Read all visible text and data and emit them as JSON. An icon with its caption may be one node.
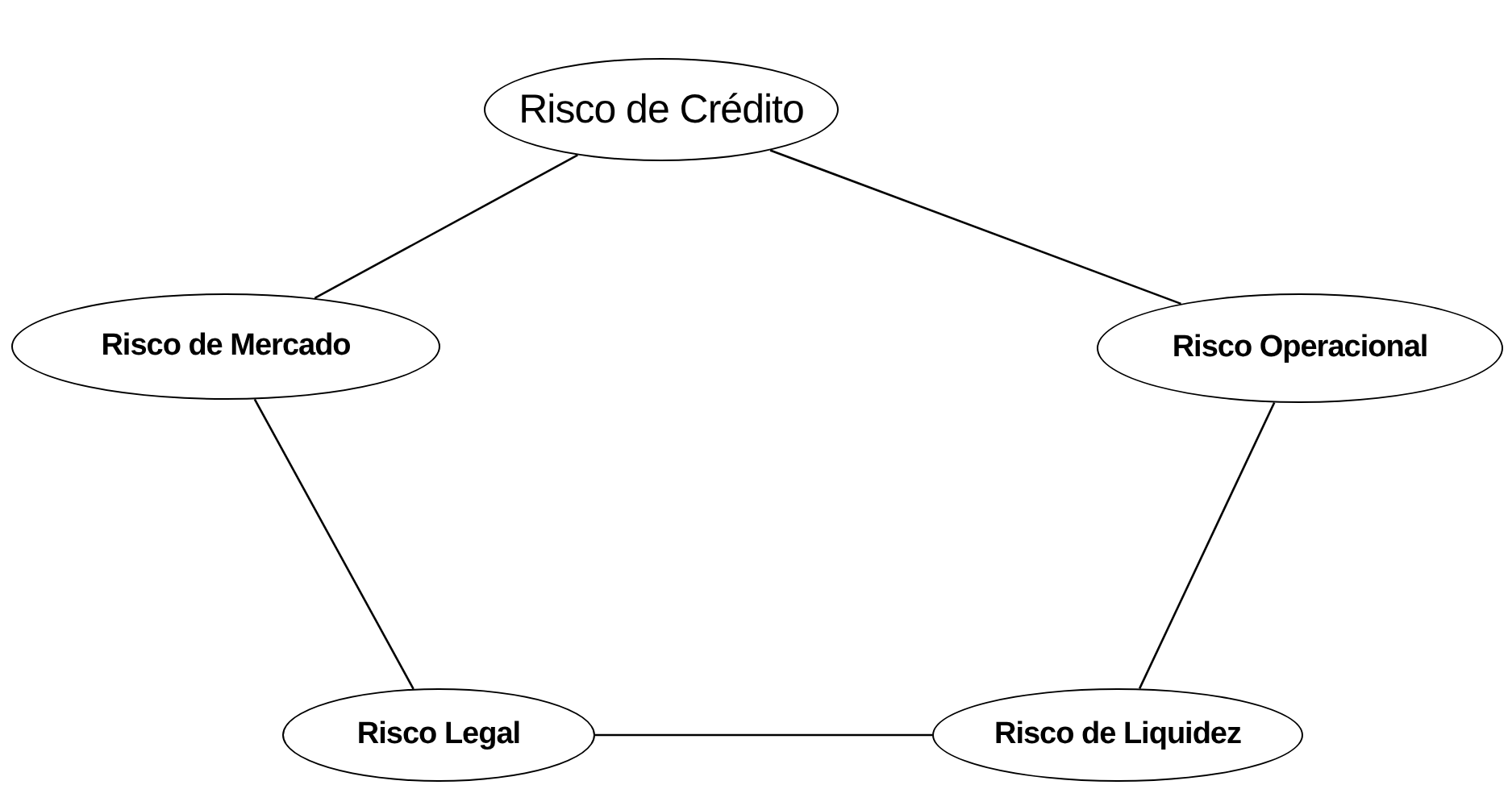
{
  "diagram": {
    "nodes": [
      {
        "text": [
          "Risco de Crédito"
        ]
      },
      {
        "text": [
          "Risco de Mercado"
        ]
      },
      {
        "text": [
          "Risco Operacional"
        ]
      },
      {
        "text": [
          "Risco Legal"
        ]
      },
      {
        "text": [
          "Risco de Liquidez"
        ]
      }
    ],
    "edges": [
      {
        "from": 0,
        "to": 1,
        "arrow": "none"
      },
      {
        "from": 0,
        "to": 2,
        "arrow": "none"
      },
      {
        "from": 1,
        "to": 3,
        "arrow": "none"
      },
      {
        "from": 2,
        "to": 4,
        "arrow": "none"
      },
      {
        "from": 3,
        "to": 4,
        "arrow": "none"
      }
    ]
  }
}
